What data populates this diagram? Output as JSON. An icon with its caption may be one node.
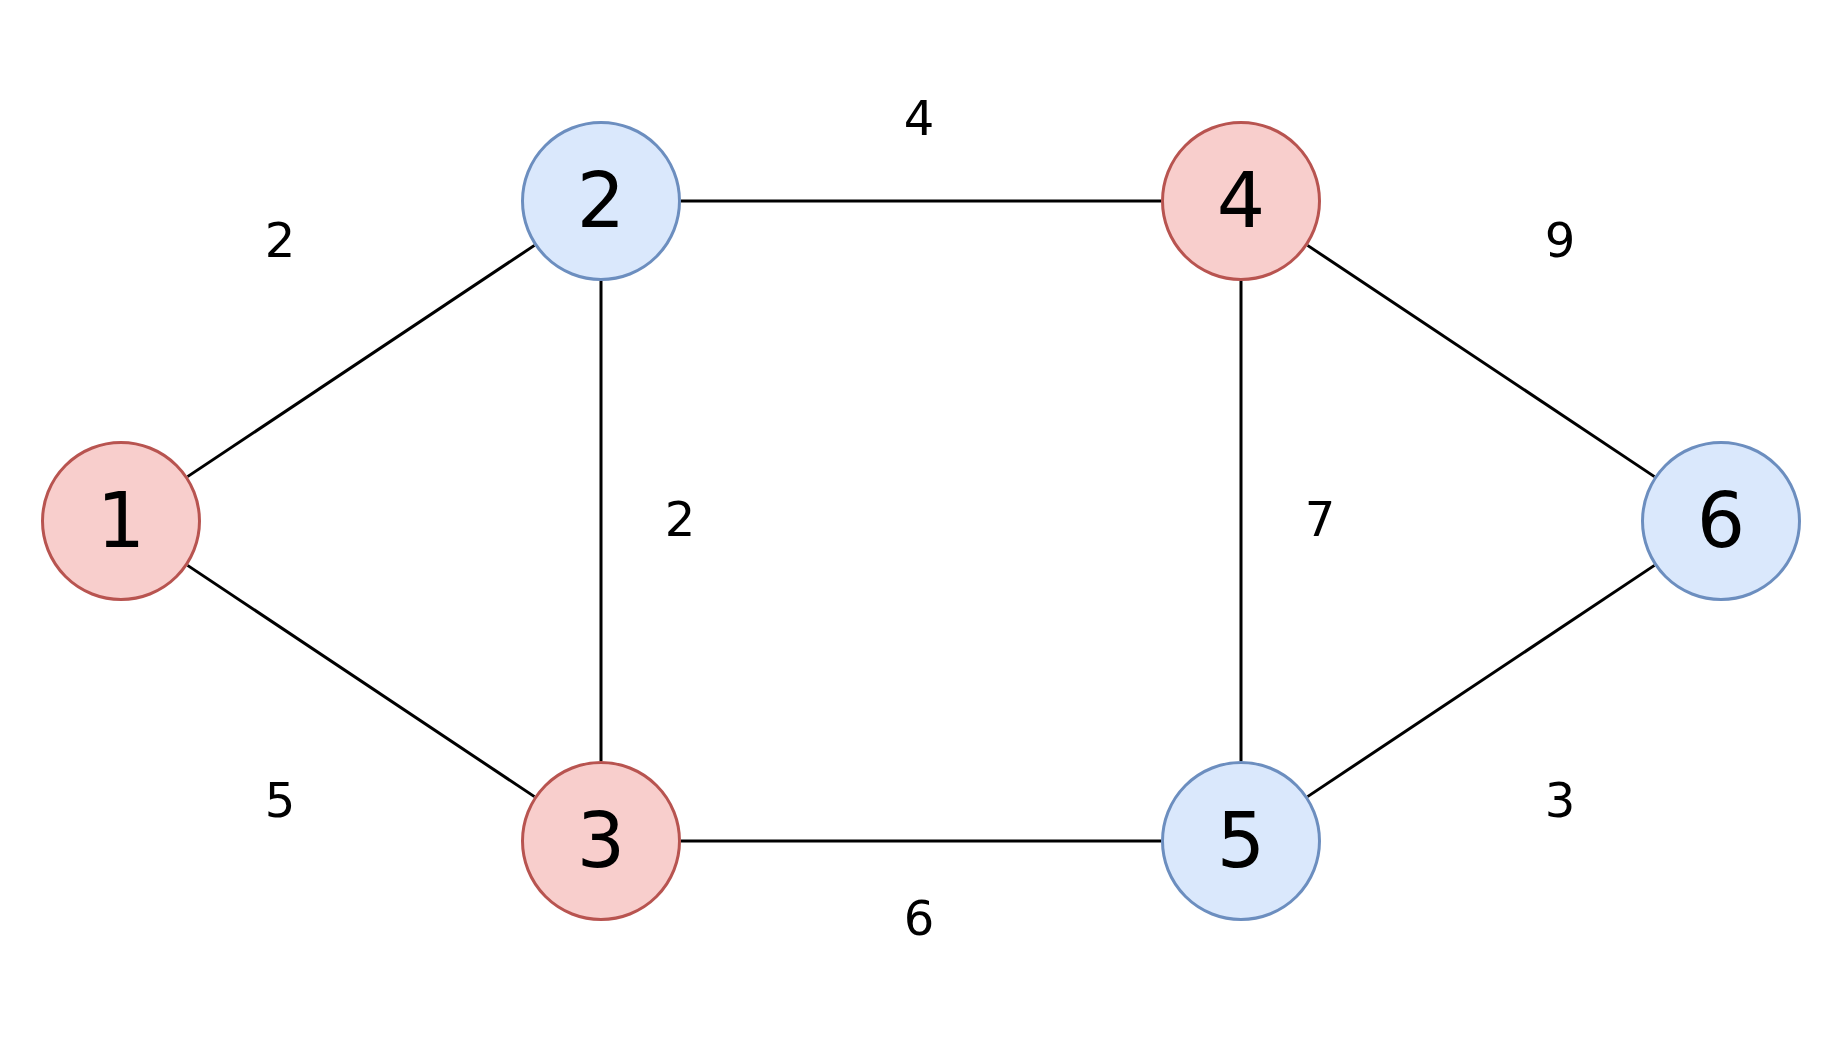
{
  "diagram": {
    "nodes": [
      {
        "text": [
          "1"
        ]
      },
      {
        "text": [
          "2"
        ]
      },
      {
        "text": [
          "3"
        ]
      },
      {
        "text": [
          "4"
        ]
      },
      {
        "text": [
          "5"
        ]
      },
      {
        "text": [
          "6"
        ]
      }
    ],
    "edges": [
      {
        "from": 0,
        "to": 1,
        "arrow": "none",
        "label": "2"
      },
      {
        "from": 0,
        "to": 2,
        "arrow": "none",
        "label": "5"
      },
      {
        "from": 1,
        "to": 3,
        "arrow": "none",
        "label": "4"
      },
      {
        "from": 1,
        "to": 2,
        "arrow": "none",
        "label": "2"
      },
      {
        "from": 3,
        "to": 5,
        "arrow": "none",
        "label": "9"
      },
      {
        "from": 3,
        "to": 4,
        "arrow": "none",
        "label": "7"
      },
      {
        "from": 2,
        "to": 4,
        "arrow": "none",
        "label": "6"
      },
      {
        "from": 4,
        "to": 5,
        "arrow": "none",
        "label": "3"
      }
    ]
  }
}
